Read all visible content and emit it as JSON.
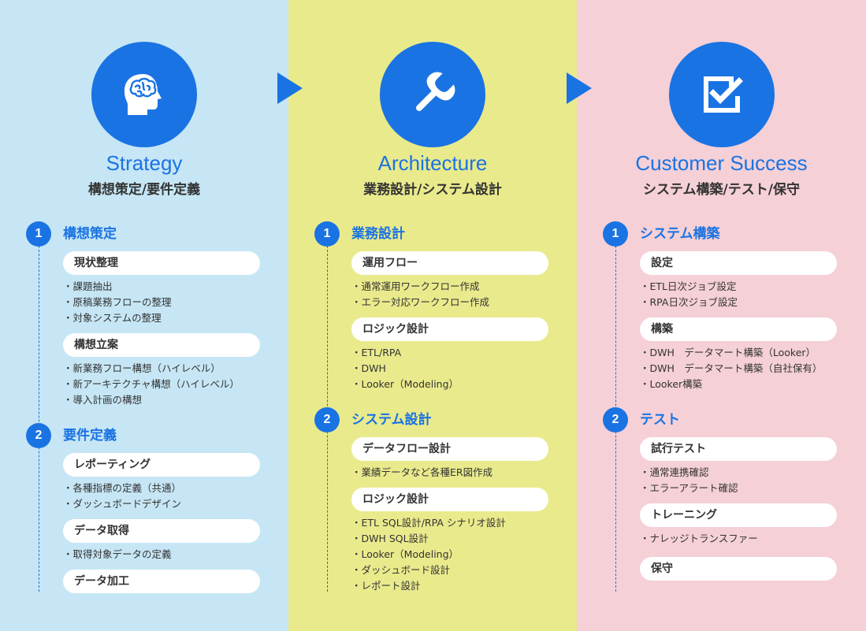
{
  "columns": [
    {
      "title": "Strategy",
      "subtitle": "構想策定/要件定義",
      "icon": "head-brain-icon",
      "sections": [
        {
          "num": "1",
          "title": "構想策定",
          "groups": [
            {
              "label": "現状整理",
              "items": [
                "・課題抽出",
                "・原稿業務フローの整理",
                "・対象システムの整理"
              ]
            },
            {
              "label": "構想立案",
              "items": [
                "・新業務フロー構想（ハイレベル）",
                "・新アーキテクチャ構想（ハイレベル）",
                "・導入計画の構想"
              ]
            }
          ]
        },
        {
          "num": "2",
          "title": "要件定義",
          "groups": [
            {
              "label": "レポーティング",
              "items": [
                "・各種指標の定義（共通）",
                "・ダッシュボードデザイン"
              ]
            },
            {
              "label": "データ取得",
              "items": [
                "・取得対象データの定義"
              ]
            },
            {
              "label": "データ加工",
              "items": []
            }
          ]
        }
      ]
    },
    {
      "title": "Architecture",
      "subtitle": "業務設計/システム設計",
      "icon": "wrench-icon",
      "sections": [
        {
          "num": "1",
          "title": "業務設計",
          "groups": [
            {
              "label": "運用フロー",
              "items": [
                "・通常運用ワークフロー作成",
                "・エラー対応ワークフロー作成"
              ]
            },
            {
              "label": "ロジック設計",
              "items": [
                "・ETL/RPA",
                "・DWH",
                "・Looker（Modeling）"
              ]
            }
          ]
        },
        {
          "num": "2",
          "title": "システム設計",
          "groups": [
            {
              "label": "データフロー設計",
              "items": [
                "・業績データなど各種ER図作成"
              ]
            },
            {
              "label": "ロジック設計",
              "items": [
                "・ETL SQL設計/RPA シナリオ設計",
                "・DWH SQL設計",
                "・Looker（Modeling）",
                "・ダッシュボード設計",
                "・レポート設計"
              ]
            }
          ]
        }
      ]
    },
    {
      "title": "Customer Success",
      "subtitle": "システム構築/テスト/保守",
      "icon": "checkbox-icon",
      "sections": [
        {
          "num": "1",
          "title": "システム構築",
          "groups": [
            {
              "label": "設定",
              "items": [
                "・ETL日次ジョブ設定",
                "・RPA日次ジョブ設定"
              ]
            },
            {
              "label": "構築",
              "items": [
                "・DWH　データマート構築（Looker）",
                "・DWH　データマート構築（自社保有）",
                "・Looker構築"
              ]
            }
          ]
        },
        {
          "num": "2",
          "title": "テスト",
          "groups": [
            {
              "label": "試行テスト",
              "items": [
                "・通常連携確認",
                "・エラーアラート確認"
              ]
            },
            {
              "label": "トレーニング",
              "items": [
                "・ナレッジトランスファー"
              ]
            },
            {
              "label": "保守",
              "items": []
            }
          ]
        }
      ]
    }
  ],
  "colors": {
    "accent": "#1a73e3",
    "strategy_bg": "#c6e6f5",
    "architecture_bg": "#e9ea8c",
    "customer_success_bg": "#f5d0d6",
    "pill_bg": "#ffffff",
    "text": "#333333"
  }
}
